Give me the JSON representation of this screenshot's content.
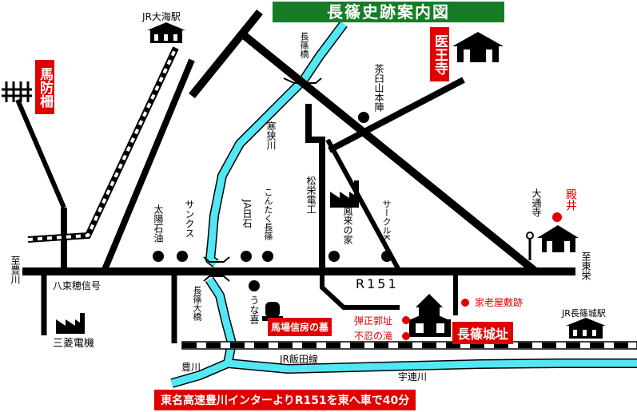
{
  "title": "長篠史跡案内図",
  "places": {
    "jr_ooumi": "JR大海駅",
    "jr_nagashinojo": "JR長篠城駅",
    "nagashino_bridge": "長篠橋",
    "chausuyama": "茶臼山本陣",
    "kansakugawa": "寒狭川",
    "taiyo_sekiyu": "太陽石油",
    "sunks": "サンクス",
    "ja_hiishi": "JA日石",
    "kondaku": "こんたく長篠",
    "shoei_denko": "松栄電工",
    "horai_no_ie": "鳳来の家",
    "circle_k": "サークルK",
    "daitsuji": "大通寺",
    "toyokawa_to": "至豊川",
    "higashi_ei_to": "至東栄",
    "yatsuka_signal": "八束穂信号",
    "mitsubishi": "三菱電機",
    "nagashino_ohashi": "長篠大橋",
    "unaki": "うな喜",
    "route": "R151",
    "karoyashiki": "家老屋敷跡",
    "danjokuruwa": "弾正郭址",
    "shinobunotaki": "不忍の滝",
    "iida_line": "JR飯田線",
    "toyokawa_river": "豊川",
    "utsuregawa": "宇連川"
  },
  "labels": {
    "umabosaku": "馬防柵",
    "iohji": "医王寺",
    "baba_tomb": "馬場信房の墓",
    "nagashino_castle": "長篠城址",
    "tonoi": "殿井",
    "directions": "東名高速豊川インターよりR151を東へ車で40分"
  },
  "colors": {
    "title_bg": "#167d27",
    "river": "#53e6f3",
    "road": "#000000",
    "label_red": "#e00000"
  }
}
